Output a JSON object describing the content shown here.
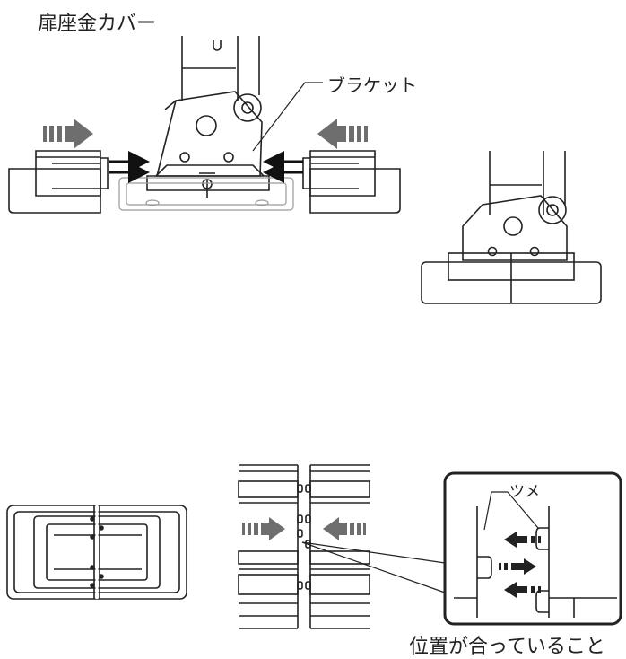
{
  "labels": {
    "title": "扉座金カバー",
    "bracket": "ブラケット",
    "claw": "ツメ",
    "caption": "位置が合っていること"
  },
  "colors": {
    "line": "#222222",
    "arrow_gray": "#6e6e6e",
    "arrow_black": "#111111",
    "faint": "#9a9a9a"
  }
}
